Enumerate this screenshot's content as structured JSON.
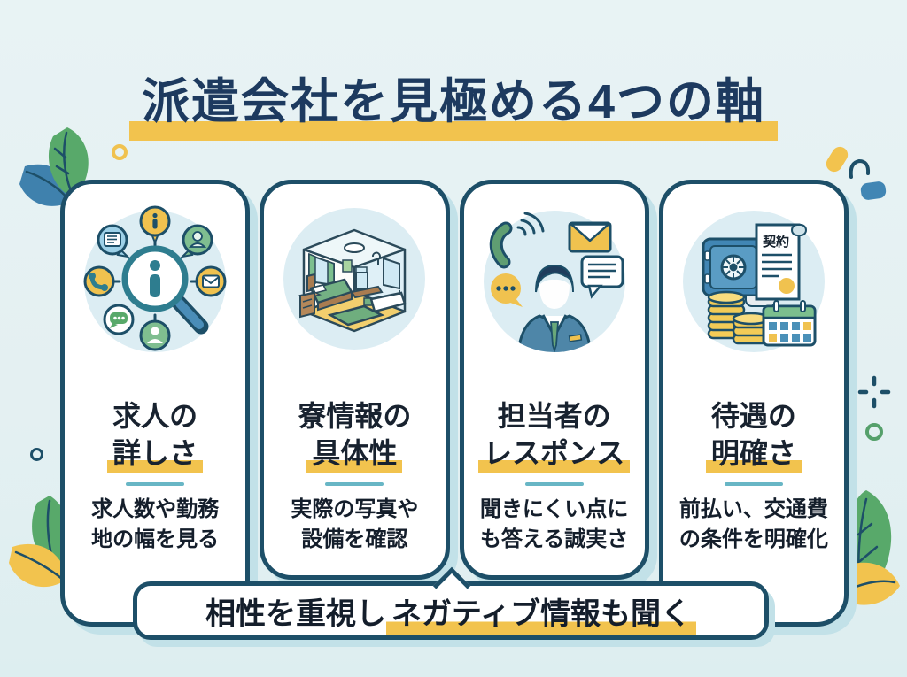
{
  "title": "派遣会社を見極める4つの軸",
  "cards": [
    {
      "icon": "magnifier-info-icon",
      "title_line1": "求人の",
      "title_line2": "詳しさ",
      "desc_line1": "求人数や勤務",
      "desc_line2": "地の幅を見る"
    },
    {
      "icon": "dorm-room-icon",
      "title_line1": "寮情報の",
      "title_line2": "具体性",
      "desc_line1": "実際の写真や",
      "desc_line2": "設備を確認"
    },
    {
      "icon": "agent-response-icon",
      "title_line1": "担当者の",
      "title_line2": "レスポンス",
      "desc_line1": "聞きにくい点に",
      "desc_line2": "も答える誠実さ"
    },
    {
      "icon": "benefits-clarity-icon",
      "title_line1": "待遇の",
      "title_line2": "明確さ",
      "desc_line1": "前払い、交通費",
      "desc_line2": "の条件を明確化",
      "contract_label": "契約"
    }
  ],
  "banner": {
    "text_plain": "相性を重視し",
    "text_highlight": "ネガティブ情報も聞く"
  },
  "decorations": [
    "leaf-top-left-icon",
    "leaf-bottom-left-icon",
    "leaf-bottom-right-icon",
    "yellow-ring-icon",
    "navy-ring-icon",
    "green-ring-icon",
    "sparkle-icon",
    "squiggle-icon",
    "yellow-pill-icon",
    "blue-blob-icon"
  ],
  "colors": {
    "accent_yellow": "#f2c34e",
    "navy_border": "#1d4f68",
    "title_navy": "#1d3a5f",
    "divider_teal": "#68b6c5",
    "background": "#e6f1f3",
    "card_shadow": "#c2e1e8",
    "green": "#58a96a",
    "blue": "#3f81ad"
  }
}
